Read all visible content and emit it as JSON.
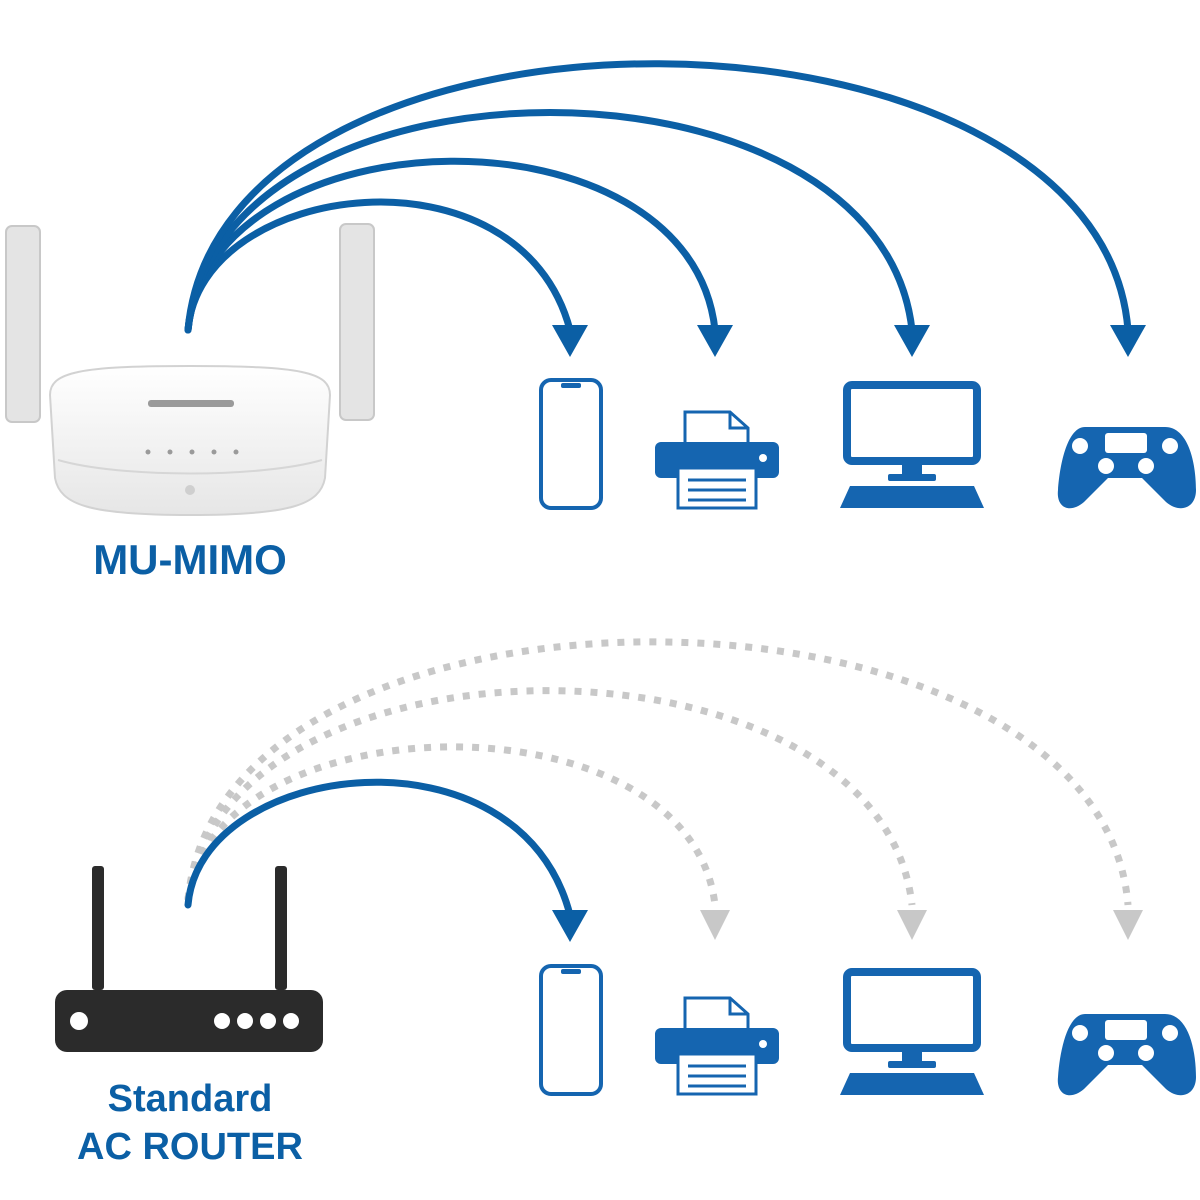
{
  "labels": {
    "mu_mimo": "MU-MIMO",
    "standard_line1": "Standard",
    "standard_line2": "AC ROUTER"
  },
  "colors": {
    "blue": "#0b5fa5",
    "device_blue": "#1565b0",
    "gray_dotted": "#c8c8c8",
    "dark_router": "#2b2b2b"
  },
  "devices": [
    "smartphone-icon",
    "printer-icon",
    "desktop-monitor-icon",
    "gamepad-icon"
  ],
  "icons": {
    "top_router": "white-mu-mimo-router-icon",
    "bottom_router": "black-standard-router-icon"
  }
}
